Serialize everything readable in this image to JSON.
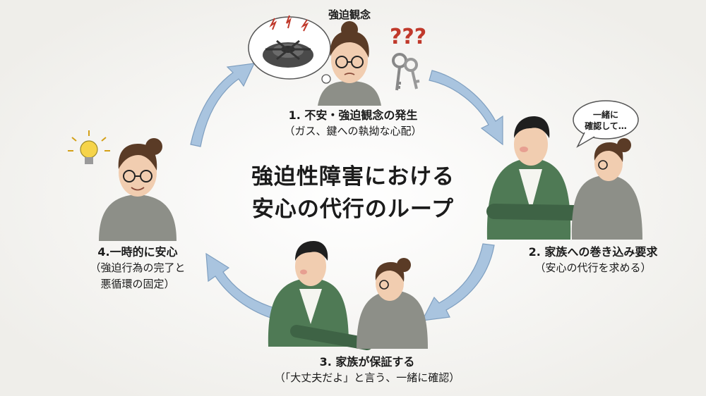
{
  "title": {
    "line1": "強迫性障害における",
    "line2": "安心の代行のループ"
  },
  "obsession_caption": "強迫観念",
  "speech_bubble": {
    "line1": "一緒に",
    "line2": "確認して…"
  },
  "question_marks": "???",
  "steps": [
    {
      "title": "1. 不安・強迫観念の発生",
      "detail": "（ガス、鍵への執拗な心配）"
    },
    {
      "title": "2. 家族への巻き込み要求",
      "detail": "（安心の代行を求める）"
    },
    {
      "title": "3. 家族が保証する",
      "detail": "（「大丈夫だよ」と言う、一緒に確認）"
    },
    {
      "title": "4.一時的に安心",
      "detail_line1": "（強迫行為の完了と",
      "detail_line2": "悪循環の固定）"
    }
  ],
  "colors": {
    "arrow": "#a9c4df",
    "arrow_stroke": "#7f9fc0",
    "shirt_green": "#4f7a55",
    "sweater": "#8d8f88",
    "hair": "#5a3b26",
    "skin": "#f1cdb0",
    "alert_red": "#c0392b"
  }
}
